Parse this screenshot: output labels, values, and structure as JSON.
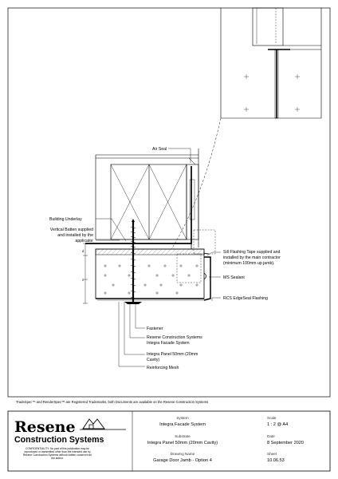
{
  "labels": {
    "air_seal": "Air Seal",
    "building_underlay": "Building Underlay",
    "vertical_batten_1": "Vertical Batten supplied",
    "vertical_batten_2": "and installed by the",
    "vertical_batten_3": "applicator",
    "sill_flashing_1": "Sill Flashing Tape supplied and",
    "sill_flashing_2": "installed by the main contractor",
    "sill_flashing_3": "(minimum 100mm up jamb).",
    "ms_sealant": "MS Sealant",
    "rcs_edgeseal": "RCS EdgeSeal Flashing",
    "fastener": "Fastener",
    "resene_system_1": "Resene Construction Systems",
    "resene_system_2": "Integra Facade System",
    "integra_panel_1": "Integra Panel 50mm (20mm",
    "integra_panel_2": "Cavity)",
    "reinforcing_mesh": "Reinforcing Mesh"
  },
  "trademark_note": "TradeSpec™ and RenderSpec™ are Registered Trademarks, both Documents are available on the Resene Construction Systems",
  "title_block": {
    "logo_line1": "Resene",
    "logo_line2": "Construction Systems",
    "confidentiality_1": "CONFIDENTIALITY: No part of this publication may be",
    "confidentiality_2": "reproduced or transmitted other than the intended use by",
    "confidentiality_3": "Resene Construction Systems without written consent from",
    "confidentiality_4": "the author.",
    "system_label": "System",
    "system_value": "Integra Facade System",
    "substrate_label": "Substrate",
    "substrate_value": "Integra Panel 50mm (20mm Cavity)",
    "drawing_name_label": "Drawing Name",
    "drawing_name_value": "Garage Door Jamb - Option 4",
    "scale_label": "Scale",
    "scale_value": "1 : 2 @ A4",
    "date_label": "Date",
    "date_value": "8 September 2020",
    "sheet_label": "Sheet",
    "sheet_value": "10.06.53"
  }
}
